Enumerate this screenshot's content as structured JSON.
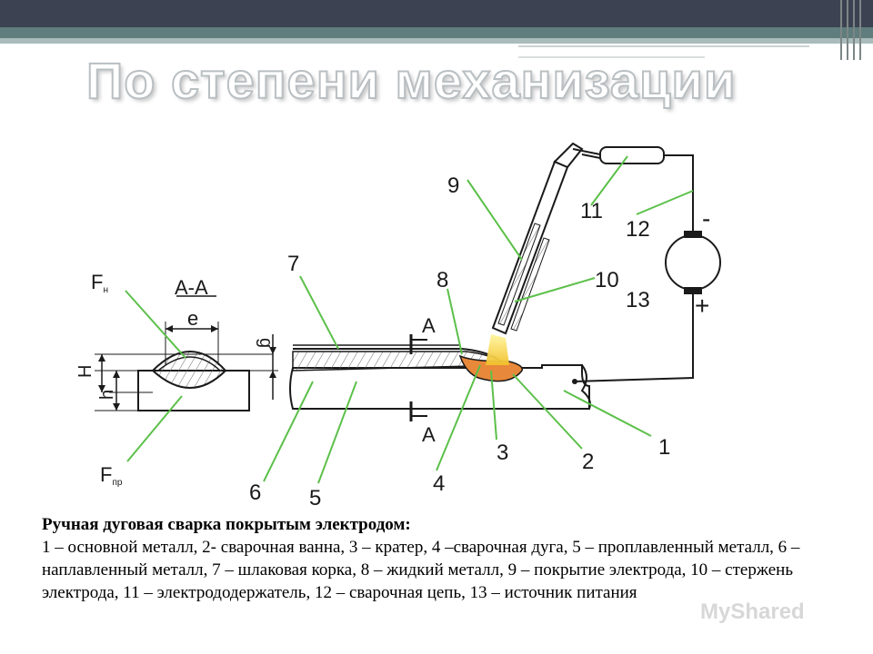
{
  "slide": {
    "title": "По степени механизации"
  },
  "diagram": {
    "labels": {
      "n1": "1",
      "n2": "2",
      "n3": "3",
      "n4": "4",
      "n5": "5",
      "n6": "6",
      "n7": "7",
      "n8": "8",
      "n9": "9",
      "n10": "10",
      "n11": "11",
      "n12": "12",
      "n13": "13",
      "section": "A-A",
      "e": "e",
      "g": "g",
      "H": "H",
      "h": "h",
      "A_top": "A",
      "A_bottom": "A",
      "minus": "-",
      "plus": "+",
      "F_main": "F",
      "F_n_sub": "н",
      "F_pr_sub": "пр"
    }
  },
  "caption": {
    "title": "Ручная дуговая сварка покрытым электродом:",
    "text": "1 – основной металл, 2- сварочная ванна, 3 – кратер, 4 –сварочная дуга, 5 – проплавленный металл, 6 – наплавленный металл, 7 – шлаковая корка, 8 – жидкий металл, 9 – покрытие электрода, 10 – стержень электрода, 11 – электрододержатель, 12 – сварочная цепь, 13 – источник питания"
  },
  "watermark": {
    "text": "MyShared"
  },
  "colors": {
    "topbar": "#3c4251",
    "stripe": "#5f7d7c",
    "leader": "#5cc04a",
    "line": "#1a1a1a",
    "hatch": "#555555",
    "arc": "#f4d23a",
    "pool": "#e8883a"
  }
}
